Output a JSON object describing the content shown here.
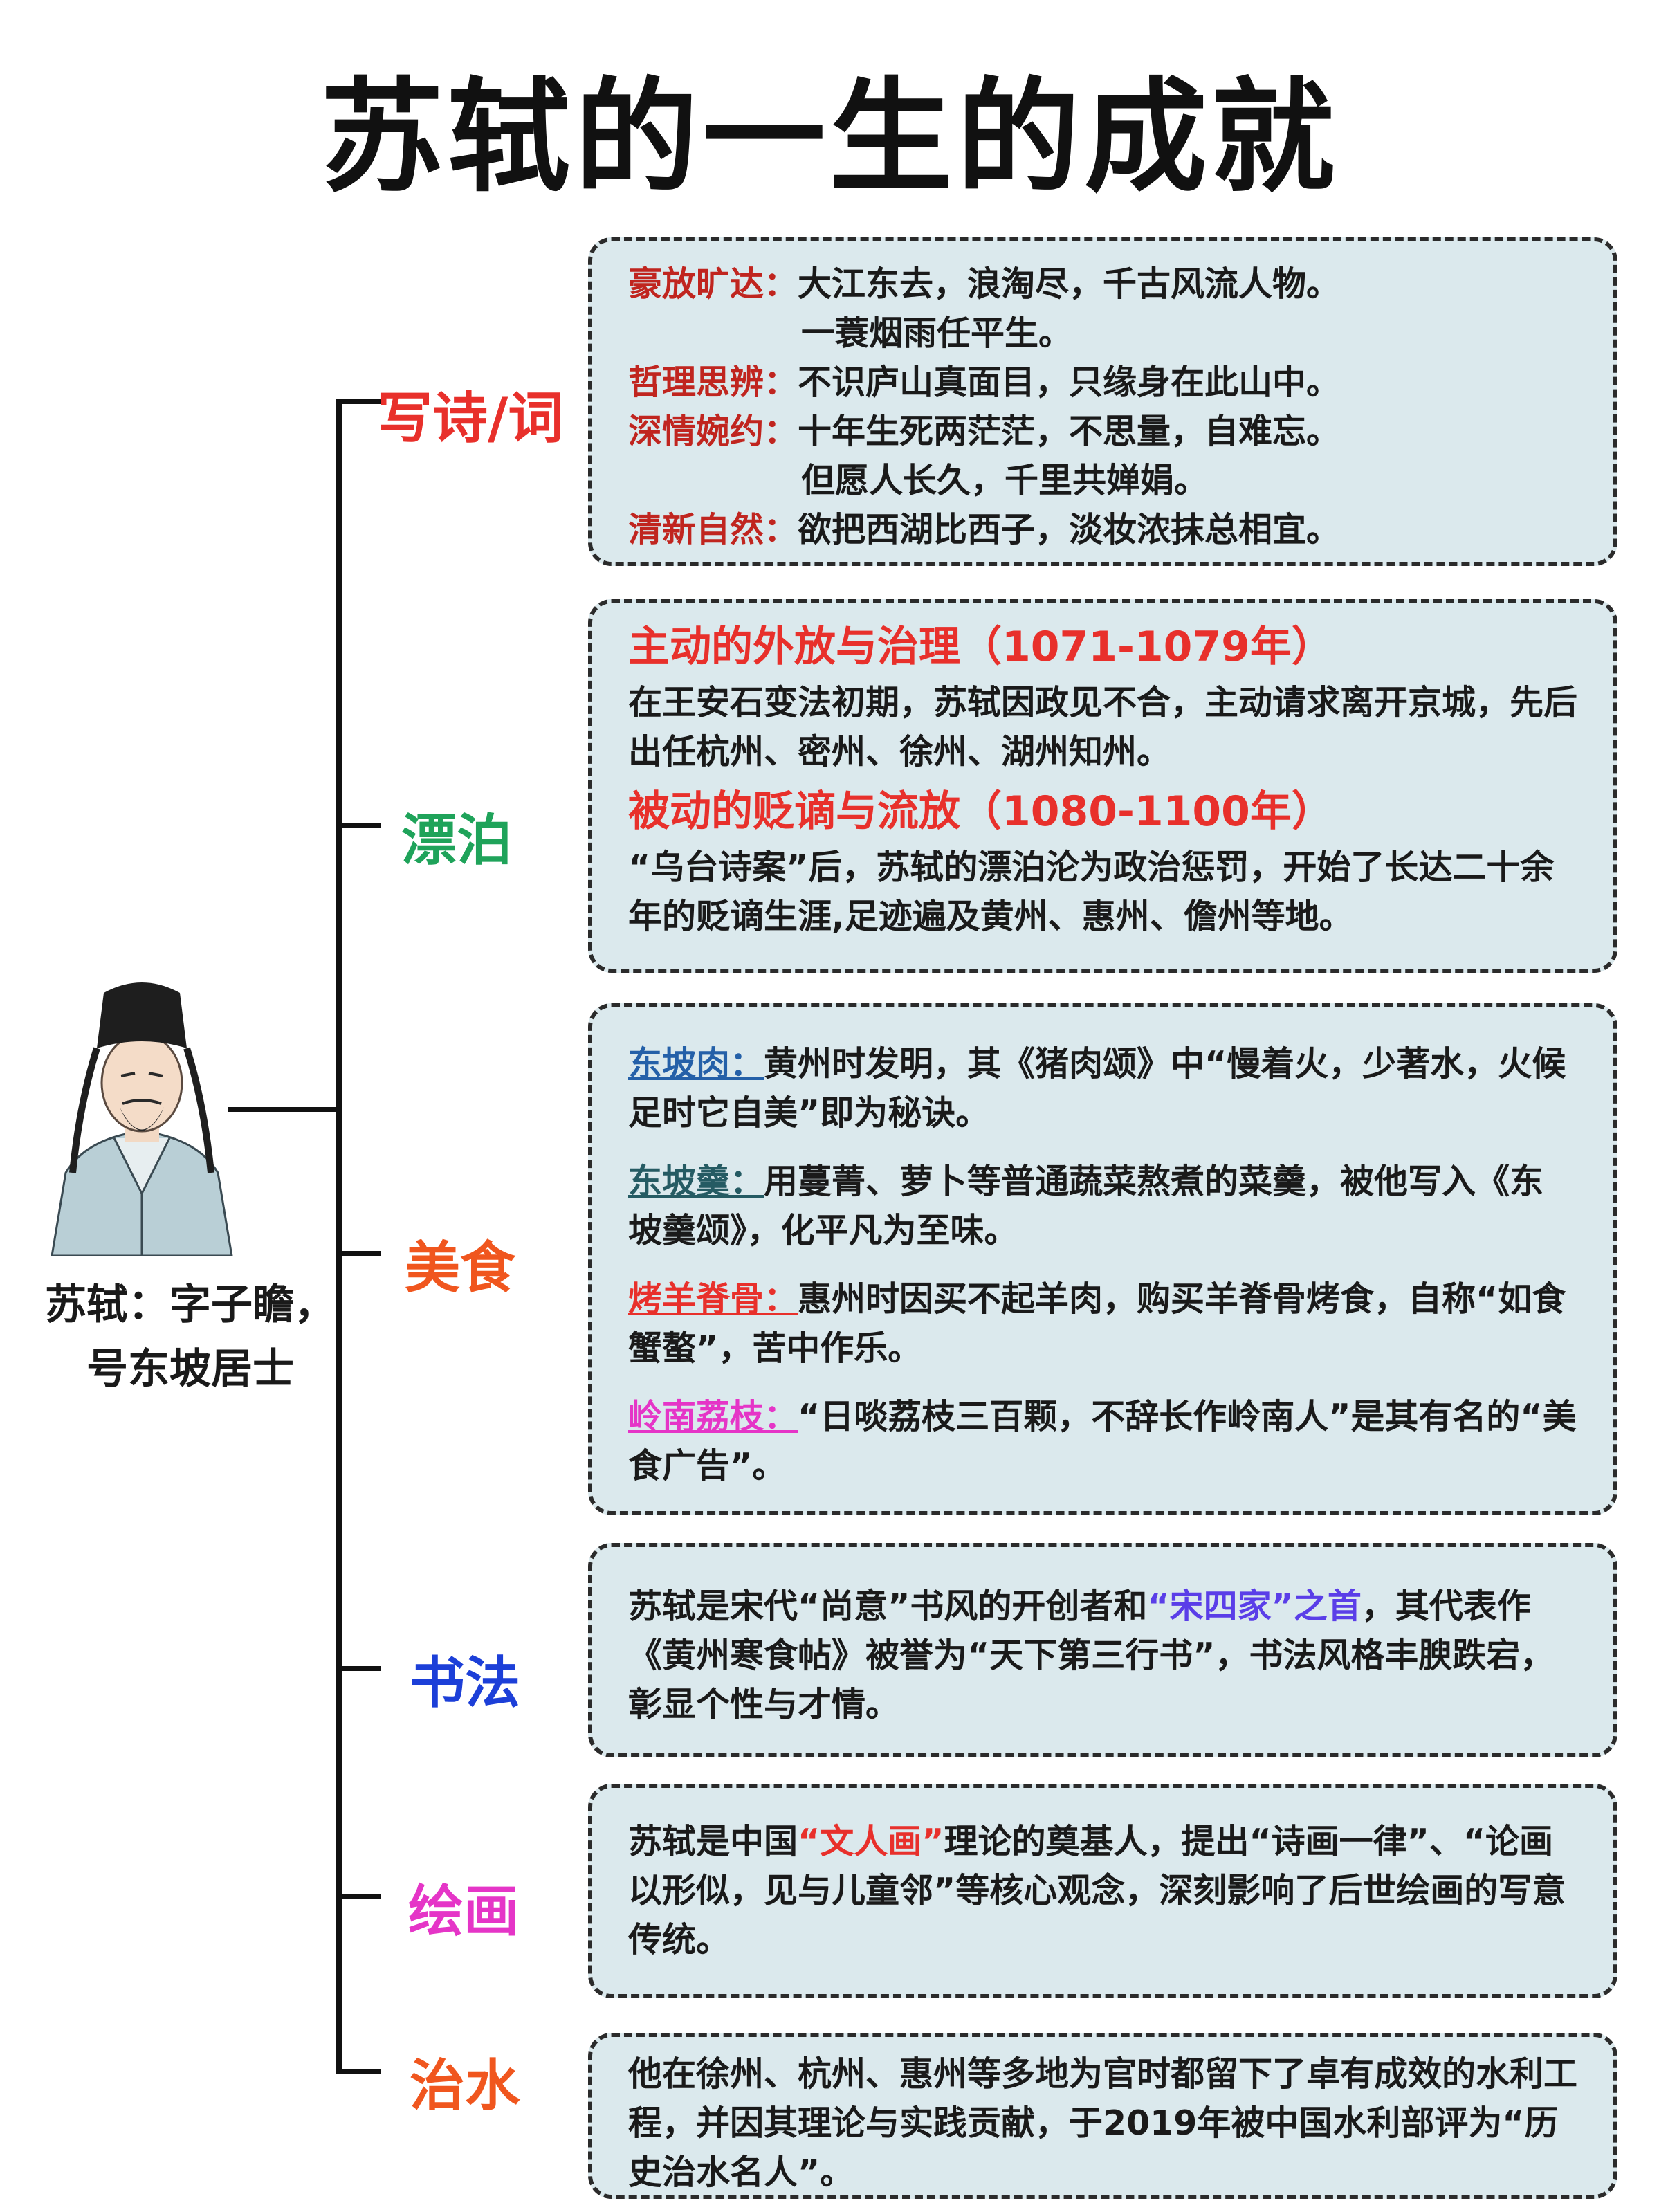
{
  "title": "苏轼的一生的成就",
  "colors": {
    "poem": "#e8302b",
    "wander": "#1fa35a",
    "food": "#f0561e",
    "calligraphy": "#1c3fd8",
    "painting": "#e535c7",
    "water": "#f0561e",
    "box_bg": "#dbe9ed",
    "label_red": "#c0251f"
  },
  "person": {
    "portrait": "portrait-icon",
    "caption_line1": "苏轼：字子瞻，",
    "caption_line2": "号东坡居士"
  },
  "branches": {
    "poem": {
      "label": "写诗/词",
      "rows": [
        {
          "label": "豪放旷达：",
          "text": "大江东去，浪淘尽，千古风流人物。"
        },
        {
          "label": "",
          "text": "一蓑烟雨任平生。"
        },
        {
          "label": "哲理思辨：",
          "text": "不识庐山真面目，只缘身在此山中。"
        },
        {
          "label": "深情婉约：",
          "text": "十年生死两茫茫，不思量，自难忘。"
        },
        {
          "label": "",
          "text": "但愿人长久，千里共婵娟。"
        },
        {
          "label": "清新自然：",
          "text": "欲把西湖比西子，淡妆浓抹总相宜。"
        }
      ]
    },
    "wander": {
      "label": "漂泊",
      "head1": "主动的外放与治理（1071-1079年）",
      "text1": "在王安石变法初期，苏轼因政见不合，主动请求离开京城，先后出任杭州、密州、徐州、湖州知州。",
      "head2": "被动的贬谪与流放（1080-1100年）",
      "text2": "“乌台诗案”后，苏轼的漂泊沦为政治惩罚，开始了长达二十余年的贬谪生涯,足迹遍及黄州、惠州、儋州等地。"
    },
    "food": {
      "label": "美食",
      "items": [
        {
          "label": "东坡肉：",
          "color": "#2460a8",
          "text": "黄州时发明，其《猪肉颂》中“慢着火，少著水，火候足时它自美”即为秘诀。"
        },
        {
          "label": "东坡羹：",
          "color": "#255b63",
          "text": "用蔓菁、萝卜等普通蔬菜熬煮的菜羹，被他写入《东坡羹颂》，化平凡为至味。"
        },
        {
          "label": "烤羊脊骨：",
          "color": "#e8302b",
          "text": "惠州时因买不起羊肉，购买羊脊骨烤食，自称“如食蟹螯”，苦中作乐。"
        },
        {
          "label": "岭南荔枝：",
          "color": "#e535c7",
          "text": "“日啖荔枝三百颗，不辞长作岭南人”是其有名的“美食广告”。"
        }
      ]
    },
    "calligraphy": {
      "label": "书法",
      "t1": "苏轼是宋代“尚意”书风的开创者和",
      "highlight": "“宋四家”之首",
      "t2": "，其代表作《黄州寒食帖》被誉为“天下第三行书”，书法风格丰腴跌宕，彰显个性与才情。"
    },
    "painting": {
      "label": "绘画",
      "t1": "苏轼是中国",
      "highlight": "“文人画”",
      "t2": "理论的奠基人，提出“诗画一律”、“论画以形似，见与儿童邻”等核心观念，深刻影响了后世绘画的写意传统。"
    },
    "water": {
      "label": "治水",
      "text": "他在徐州、杭州、惠州等多地为官时都留下了卓有成效的水利工程，并因其理论与实践贡献，于2019年被中国水利部评为“历史治水名人”。"
    }
  }
}
